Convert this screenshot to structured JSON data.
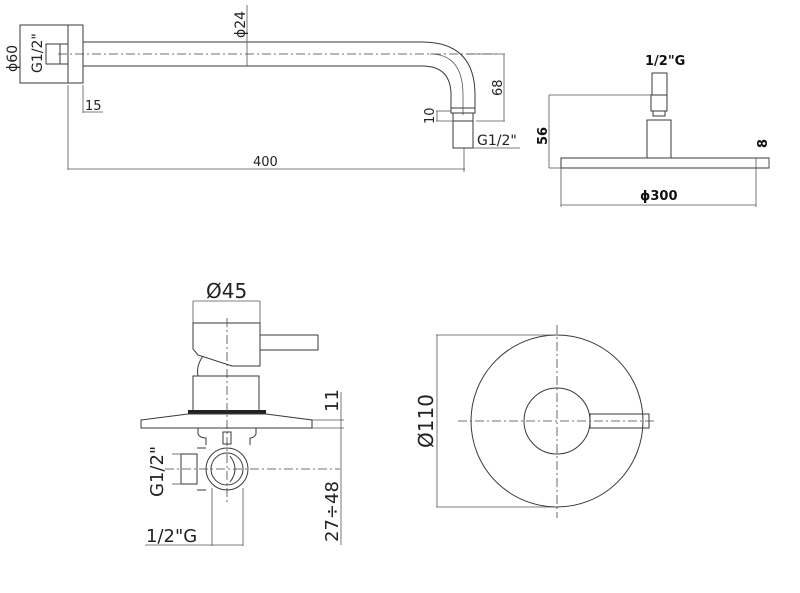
{
  "drawing": {
    "views": [
      {
        "id": "shower-arm",
        "dimensions": {
          "flange_diameter": "ϕ60",
          "inlet_thread": "G1/2\"",
          "pipe_diameter": "ϕ24",
          "flange_depth": "15",
          "length": "400",
          "drop": "68",
          "outlet_length": "10",
          "outlet_thread": "G1/2\""
        }
      },
      {
        "id": "shower-head",
        "dimensions": {
          "thread": "1/2\"G",
          "height": "56",
          "plate_thickness": "8",
          "diameter": "ϕ300"
        }
      },
      {
        "id": "mixer-side",
        "dimensions": {
          "handle_diameter": "Ø45",
          "plate_thickness": "11",
          "inlet_thread": "G1/2\"",
          "depth_range": "27÷48",
          "outlet_thread": "1/2\"G"
        }
      },
      {
        "id": "mixer-front",
        "dimensions": {
          "plate_diameter": "Ø110"
        }
      }
    ],
    "colors": {
      "line": "#3a3a3a",
      "background": "#ffffff"
    }
  }
}
